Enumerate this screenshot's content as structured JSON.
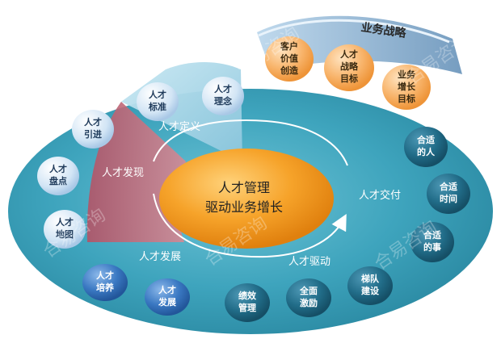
{
  "center": {
    "line1": "人才管理",
    "line2": "驱动业务增长"
  },
  "strategy": {
    "title": "业务战略",
    "items": [
      {
        "l1": "客户",
        "l2": "价值",
        "l3": "创造"
      },
      {
        "l1": "人才",
        "l2": "战略",
        "l3": "目标"
      },
      {
        "l1": "业务",
        "l2": "增长",
        "l3": "目标"
      }
    ]
  },
  "sectors": {
    "definition": "人才定义",
    "discovery": "人才发现",
    "delivery": "人才交付",
    "development": "人才发展",
    "drive": "人才驱动"
  },
  "definition_items": [
    {
      "l1": "人才",
      "l2": "标准"
    },
    {
      "l1": "人才",
      "l2": "理念"
    }
  ],
  "discovery_items": [
    {
      "l1": "人才",
      "l2": "引进"
    },
    {
      "l1": "人才",
      "l2": "盘点"
    },
    {
      "l1": "人才",
      "l2": "地图"
    }
  ],
  "delivery_items": [
    {
      "l1": "合适",
      "l2": "的人"
    },
    {
      "l1": "合适",
      "l2": "时间"
    },
    {
      "l1": "合适",
      "l2": "的事"
    }
  ],
  "development_items": [
    {
      "l1": "人才",
      "l2": "培养"
    },
    {
      "l1": "人才",
      "l2": "发展"
    }
  ],
  "drive_items": [
    {
      "l1": "绩效",
      "l2": "管理"
    },
    {
      "l1": "全面",
      "l2": "激励"
    },
    {
      "l1": "梯队",
      "l2": "建设"
    }
  ],
  "watermark": "合易咨询",
  "colors": {
    "ring": "#2e8fa6",
    "center": "#f39a1e",
    "strategy_item": "#f6b26b",
    "definition_sector": "#a9d5e6",
    "discovery_sector": "#c46a7a",
    "node_blue": "#2f6db5",
    "node_dark": "#1f5e78"
  }
}
